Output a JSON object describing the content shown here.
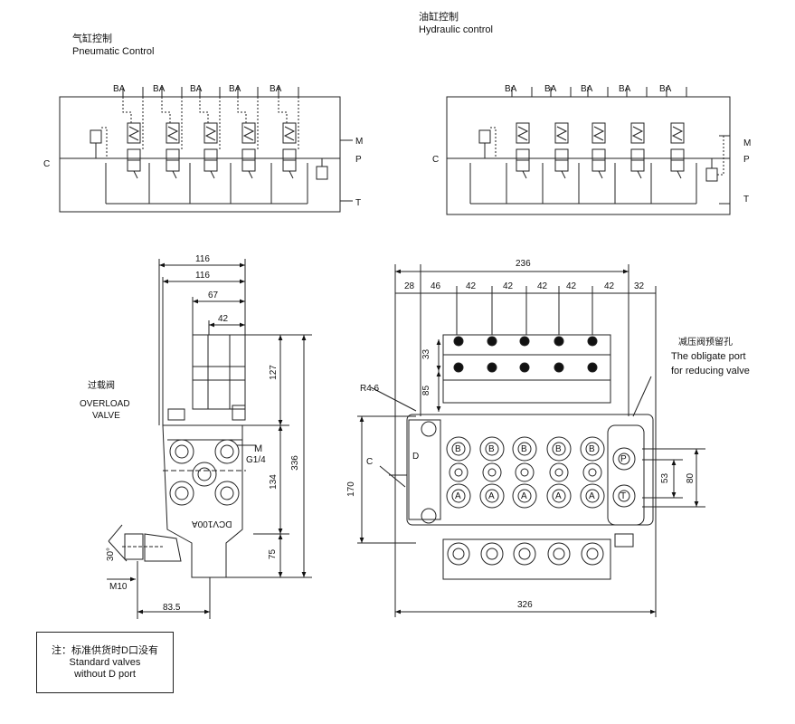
{
  "pneumatic": {
    "title_cn": "气缸控制",
    "title_en": "Pneumatic Control",
    "port_a": "BA",
    "port_c": "C",
    "port_m": "M",
    "port_p": "P",
    "port_t": "T"
  },
  "hydraulic": {
    "title_cn": "油缸控制",
    "title_en": "Hydraulic control",
    "port_a": "BA",
    "port_c": "C",
    "port_m": "M",
    "port_p": "P",
    "port_t": "T"
  },
  "side_view": {
    "dim_116a": "116",
    "dim_116b": "116",
    "dim_67": "67",
    "dim_42": "42",
    "dim_127": "127",
    "dim_336": "336",
    "dim_134": "134",
    "dim_75": "75",
    "dim_83_5": "83.5",
    "dim_m10": "M10",
    "dim_30": "30°",
    "port_m": "M",
    "port_g14": "G1/4",
    "stamp": "DCV100A",
    "overload_cn": "过载阀",
    "overload_en_1": "OVERLOAD",
    "overload_en_2": "VALVE"
  },
  "front_view": {
    "dim_236": "236",
    "dim_28": "28",
    "dim_46": "46",
    "dim_42": "42",
    "dim_32": "32",
    "dim_33": "33",
    "dim_85": "85",
    "dim_r46": "R4.6",
    "dim_c": "C",
    "dim_d": "D",
    "dim_170": "170",
    "dim_53": "53",
    "dim_80": "80",
    "dim_326": "326",
    "port_b": "B",
    "port_a": "A",
    "port_p": "P",
    "port_t": "T",
    "reducing_cn": "减压阀预留孔",
    "reducing_en_1": "The obligate port",
    "reducing_en_2": "for reducing valve"
  },
  "note": {
    "line1": "注：标准供货时D口没有",
    "line2": "Standard valves",
    "line3": "without D port"
  }
}
